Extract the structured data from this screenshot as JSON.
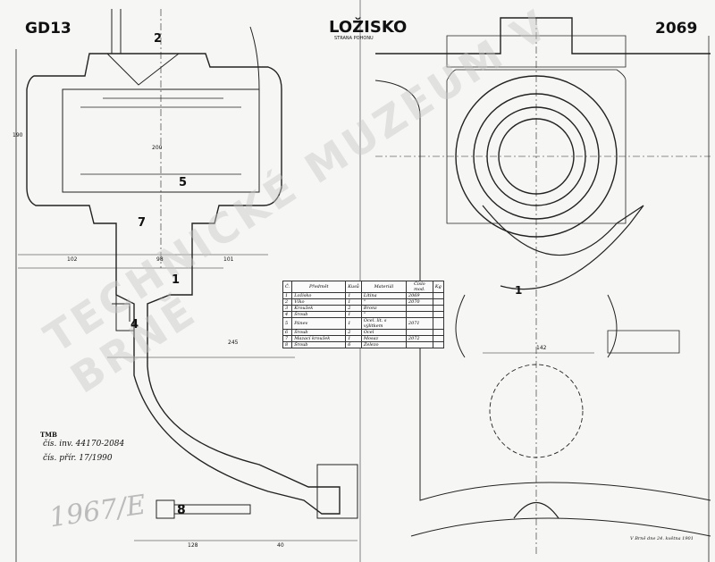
{
  "title_left": "GD13",
  "title": "LOŽISKO",
  "subtitle": "STRANA POHONU",
  "drawing_number": "2069",
  "part_labels": [
    "1",
    "2",
    "4",
    "5",
    "7",
    "8",
    "1"
  ],
  "archive_note": {
    "org": "TMB",
    "inventory": "čís. inv. 44170-2084",
    "accession": "čís. přír. 17/1990"
  },
  "pencil_note": "1967/E",
  "watermark": "TECHNICKÉ MUZEUM V BRNĚ",
  "signature": "V Brně dne 24. května 1901",
  "parts_table": {
    "headers": [
      "Č.",
      "Předmět",
      "Kusů",
      "Materiál",
      "Číslo mod.",
      "Kg"
    ],
    "rows": [
      [
        "1",
        "Ložisko",
        "1",
        "Litina",
        "2069",
        ""
      ],
      [
        "2",
        "Víko",
        "1",
        "\"",
        "2070",
        ""
      ],
      [
        "3",
        "Kroužek",
        "2",
        "Bronz",
        "",
        " "
      ],
      [
        "4",
        "Šroub",
        "1",
        "\"",
        "",
        ""
      ],
      [
        "5",
        "Pánev",
        "1",
        "Ocel. lit. s výlitkem",
        "2071",
        ""
      ],
      [
        "6",
        "Šroub",
        "2",
        "Ocel",
        "",
        ""
      ],
      [
        "7",
        "Mazací kroužek",
        "1",
        "Mosaz",
        "2072",
        ""
      ],
      [
        "8",
        "Šroub",
        "6",
        "Železo",
        "",
        ""
      ]
    ]
  },
  "dimensions": [
    "190",
    "200",
    "102",
    "98",
    "101",
    "245",
    "142",
    "128",
    "40"
  ]
}
